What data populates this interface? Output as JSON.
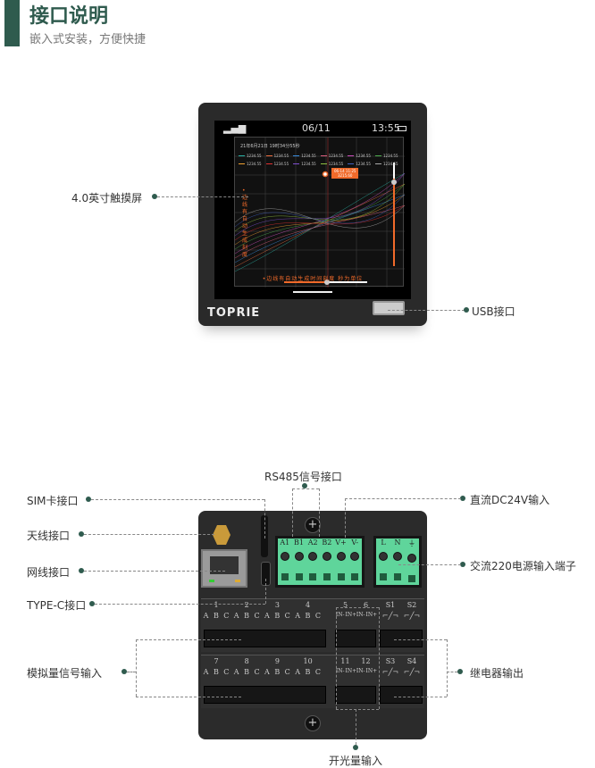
{
  "header": {
    "title": "接口说明",
    "subtitle": "嵌入式安装，方便快捷"
  },
  "device_front": {
    "labels": {
      "touchscreen": "4.0英寸触摸屏",
      "usb": "USB接口"
    },
    "status_bar": {
      "date": "06/11",
      "time": "13:55",
      "signal_icon": "signal-icon",
      "battery_icon": "battery-icon"
    },
    "chart": {
      "timestamp": "21年6月21日 19时34分55秒",
      "legend": [
        {
          "value": "1234.55",
          "color": "#2bb5a8"
        },
        {
          "value": "1234.55",
          "color": "#f07040"
        },
        {
          "value": "1234.55",
          "color": "#3a8ee0"
        },
        {
          "value": "1234.55",
          "color": "#e06080"
        },
        {
          "value": "1234.55",
          "color": "#d050c0"
        },
        {
          "value": "1234.55",
          "color": "#50b050"
        },
        {
          "value": "1234.55",
          "color": "#f0a030"
        },
        {
          "value": "1234.55",
          "color": "#e03030"
        },
        {
          "value": "1234.55",
          "color": "#8050d0"
        },
        {
          "value": "1234.55",
          "color": "#90c040"
        },
        {
          "value": "1234.55",
          "color": "#4060c0"
        },
        {
          "value": "1234.55",
          "color": "#aaaaaa"
        }
      ],
      "tooltip_time": "06-14 11:25",
      "tooltip_value": "3215.60",
      "y_note": "•边线有自动生成刻度",
      "x_note": "•边线有自动生成时间刻度  秒为单位",
      "accent": "#f06a2a"
    },
    "brand": "TOPRIE"
  },
  "device_back": {
    "labels": {
      "rs485": "RS485信号接口",
      "sim": "SIM卡接口",
      "dc24v": "直流DC24V输入",
      "antenna": "天线接口",
      "ethernet": "网线接口",
      "ac220": "交流220电源输入端子",
      "typec": "TYPE-C接口",
      "analog": "模拟量信号输入",
      "relay": "继电器输出",
      "switch": "开光量输入"
    },
    "green_block1": [
      "A1",
      "B1",
      "A2",
      "B2",
      "V+",
      "V-"
    ],
    "green_block2": [
      "L",
      "N",
      "⏚"
    ],
    "row1": {
      "analog": [
        "1",
        "2",
        "3",
        "4"
      ],
      "digital": [
        "5",
        "6"
      ],
      "relay": [
        "S1",
        "S2"
      ]
    },
    "row2": {
      "analog": [
        "7",
        "8",
        "9",
        "10"
      ],
      "digital": [
        "11",
        "12"
      ],
      "relay": [
        "S3",
        "S4"
      ]
    },
    "abc": [
      "A",
      "B",
      "C"
    ],
    "in": [
      "IN-",
      "IN+"
    ]
  }
}
